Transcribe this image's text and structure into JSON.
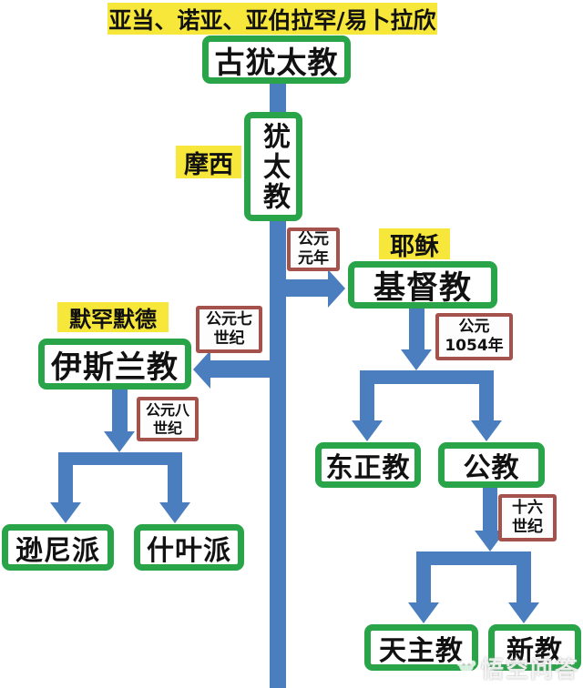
{
  "banner": {
    "text": "亚当、诺亚、亚伯拉罕/易卜拉欣"
  },
  "figures": {
    "moses": "摩西",
    "jesus": "耶稣",
    "muhammad": "默罕默德"
  },
  "nodes": {
    "ancient_judaism": "古犹太教",
    "judaism": "犹太教",
    "christianity": "基督教",
    "islam": "伊斯兰教",
    "eastern_orthodox": "东正教",
    "catholic_church": "公教",
    "sunni": "逊尼派",
    "shia": "什叶派",
    "catholicism": "天主教",
    "protestantism": "新教"
  },
  "dates": {
    "ad1": {
      "l1": "公元",
      "l2": "元年"
    },
    "c7": {
      "l1": "公元七",
      "l2": "世纪"
    },
    "c8": {
      "l1": "公元八",
      "l2": "世纪"
    },
    "ad1054": {
      "l1": "公元",
      "l2": "1054年"
    },
    "c16": {
      "l1": "十六",
      "l2": "世纪"
    }
  },
  "watermark": {
    "text": "悟空问答"
  },
  "colors": {
    "arrow_blue": "#4a7ebe",
    "box_green": "#29a449",
    "date_red": "#a6524c",
    "label_yellow": "#f6e73a"
  }
}
